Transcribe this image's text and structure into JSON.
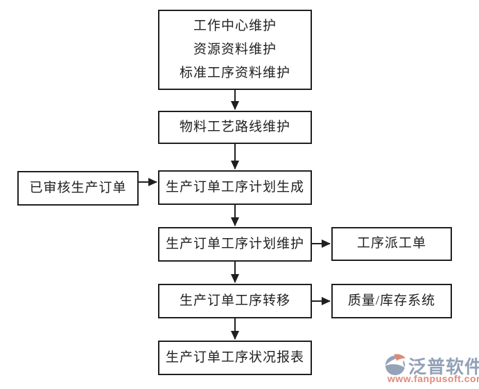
{
  "diagram": {
    "nodes": {
      "master_data": {
        "lines": [
          "工作中心维护",
          "资源资料维护",
          "标准工序资料维护"
        ]
      },
      "routing": {
        "label": "物料工艺路线维护"
      },
      "approved_order": {
        "label": "已审核生产订单"
      },
      "plan_generate": {
        "label": "生产订单工序计划生成"
      },
      "plan_maintain": {
        "label": "生产订单工序计划维护"
      },
      "dispatch_order": {
        "label": "工序派工单"
      },
      "transfer": {
        "label": "生产订单工序转移"
      },
      "quality_inventory": {
        "label": "质量/库存系统"
      },
      "status_report": {
        "label": "生产订单工序状况报表"
      }
    },
    "colors": {
      "line": "#1f1f1f",
      "box_background": "#ffffff"
    }
  },
  "logo": {
    "name": "泛普软件",
    "url": "www.fanpusoft.com",
    "name_color": "#92a1b7",
    "url_color": "#e08a78",
    "icon_gray": "#95a3b8",
    "icon_orange": "#de8a72"
  }
}
